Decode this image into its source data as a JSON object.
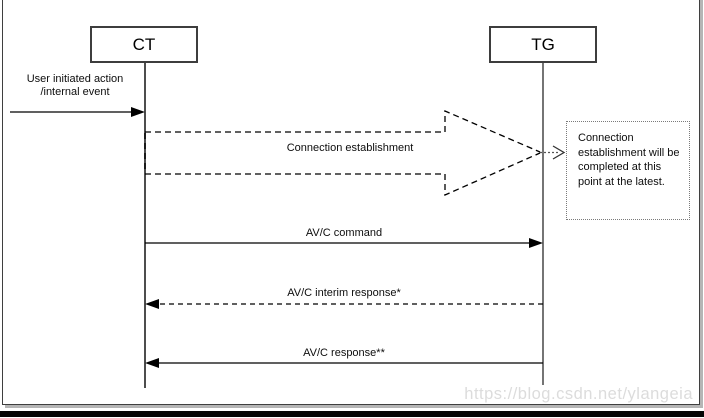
{
  "diagram": {
    "actors": [
      {
        "id": "ct",
        "label": "CT"
      },
      {
        "id": "tg",
        "label": "TG"
      }
    ],
    "trigger": {
      "label": "User initiated action\n/internal event"
    },
    "messages": {
      "connection_establishment": {
        "label": "Connection establishment",
        "style": "dashed-block-arrow"
      },
      "avc_command": {
        "label": "AV/C command",
        "style": "solid"
      },
      "avc_interim_response": {
        "label": "AV/C interim response*",
        "style": "dashed"
      },
      "avc_response": {
        "label": "AV/C response**",
        "style": "solid"
      }
    },
    "note": {
      "text": "Connection establishment will be completed at this point at the latest."
    }
  },
  "watermark": {
    "text": "https://blog.csdn.net/ylangeia"
  },
  "colors": {
    "line": "#000000",
    "lifeline": "#4d4d4d",
    "frame_border": "#3f3f3f",
    "frame_shadow": "#b5b5b5",
    "note_border": "#7a7a7a",
    "watermark": "#dcdcdc",
    "bottom_bar": "#050505"
  }
}
